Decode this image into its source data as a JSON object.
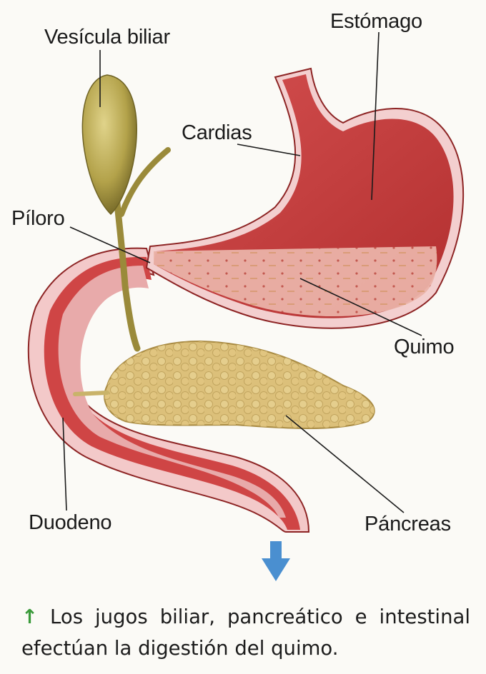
{
  "labels": {
    "vesicula": "Vesícula biliar",
    "estomago": "Estómago",
    "cardias": "Cardias",
    "piloro": "Píloro",
    "quimo": "Quimo",
    "duodeno": "Duodeno",
    "pancreas": "Páncreas"
  },
  "caption": {
    "arrow": "↑",
    "text": "Los jugos biliar, pancreático e intestinal efectúan la digestión del quimo."
  },
  "colors": {
    "stomach_wall": "#c23a3a",
    "lining": "#f2c8c8",
    "chyme": "#e9b3a6",
    "gallbladder": "#b3a24a",
    "pancreas": "#dcc07a",
    "flow_arrow": "#4a8fd0",
    "caption_arrow": "#3a9a3a"
  },
  "icons": {
    "flow": "down-arrow-icon",
    "caption": "up-arrow-icon"
  }
}
